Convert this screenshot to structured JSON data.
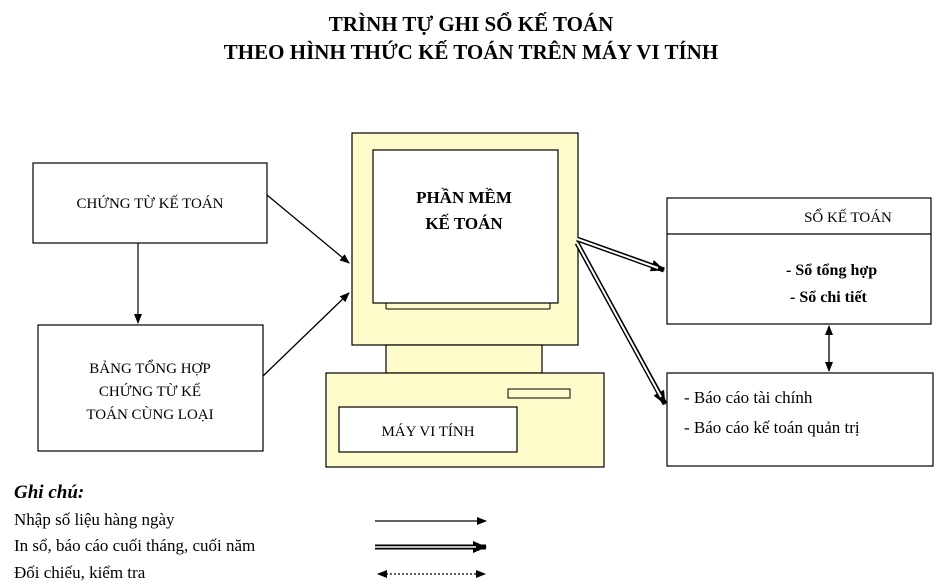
{
  "title": {
    "line1": "TRÌNH TỰ GHI SỔ KẾ TOÁN",
    "line2": "THEO HÌNH THỨC KẾ TOÁN TRÊN MÁY VI TÍNH"
  },
  "nodes": {
    "chung_tu": "CHỨNG TỪ KẾ TOÁN",
    "bang_tong_hop": [
      "BẢNG TỔNG HỢP",
      "CHỨNG TỪ KẾ",
      "TOÁN CÙNG LOẠI"
    ],
    "phan_mem": [
      "PHẦN MỀM",
      "KẾ TOÁN"
    ],
    "may_vi_tinh": "MÁY VI TÍNH",
    "so_ke_toan": {
      "header": "SỔ KẾ TOÁN",
      "items": [
        "- Sổ tổng hợp",
        "- Sổ chi tiết"
      ]
    },
    "bao_cao": [
      "- Báo cáo tài chính",
      "- Báo cáo kế toán quản trị"
    ]
  },
  "legend": {
    "title": "Ghi chú:",
    "items": [
      {
        "label": "Nhập số liệu hàng ngày",
        "style": "thin"
      },
      {
        "label": "In sổ, báo cáo cuối tháng, cuối năm",
        "style": "double"
      },
      {
        "label": "Đối chiếu, kiểm tra",
        "style": "dotted-bidirectional"
      }
    ]
  },
  "colors": {
    "computer": "#fdfbc9",
    "line": "#000000"
  }
}
